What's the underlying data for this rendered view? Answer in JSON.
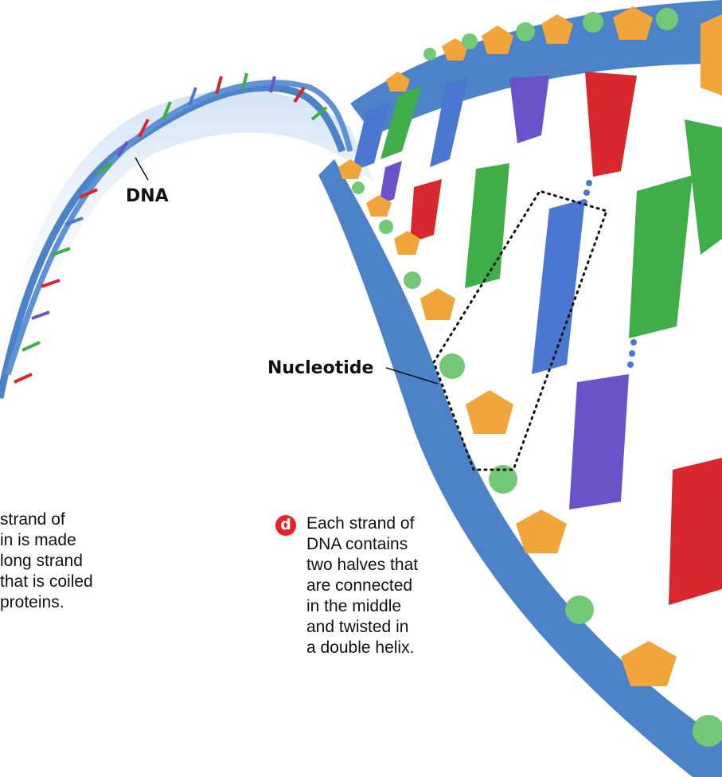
{
  "labels": {
    "dna": "DNA",
    "nucleotide": "Nucleotide"
  },
  "captions": {
    "left_fragment": {
      "lines": [
        "strand of",
        "in is made",
        "long strand",
        "that is coiled",
        "proteins."
      ]
    },
    "right": {
      "marker": "d",
      "lines": [
        "Each strand of",
        "DNA contains",
        "two halves that",
        "are connected",
        "in the middle",
        "and twisted in",
        "a double helix."
      ]
    }
  },
  "colors": {
    "backbone": "#4b82c8",
    "backbone_glow": "#a9c7ea",
    "sugar": "#f2a53a",
    "phosphate": "#72c874",
    "base_blue": "#4a78d0",
    "base_purple": "#6a52c8",
    "base_red": "#d8282e",
    "base_green": "#3fae48",
    "marker": "#e8202a"
  }
}
